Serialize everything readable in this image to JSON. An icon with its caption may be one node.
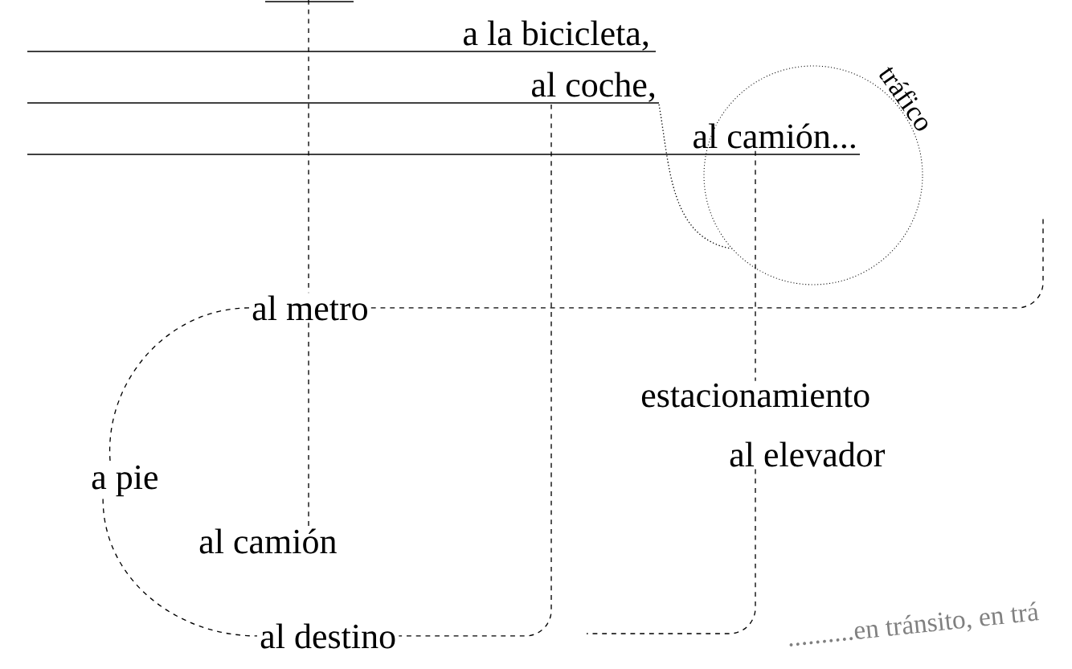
{
  "diagram": {
    "nodes": [
      {
        "text": [
          "a la bicicleta,"
        ]
      },
      {
        "text": [
          "al coche,"
        ]
      },
      {
        "text": [
          "al camión..."
        ]
      },
      {
        "text": [],
        "shape": "circle",
        "beside": [
          "tráfico"
        ]
      },
      {
        "text": [
          "al metro"
        ]
      },
      {
        "text": [
          "estacionamiento"
        ]
      },
      {
        "text": [
          "al elevador"
        ]
      },
      {
        "text": [
          "a pie"
        ]
      },
      {
        "text": [
          "al camión"
        ]
      },
      {
        "text": [
          "al destino"
        ]
      }
    ],
    "edges": [
      {
        "from": null,
        "to": 4,
        "arrow": "none",
        "style": "dashed"
      },
      {
        "from": 4,
        "to": 8,
        "arrow": "none",
        "style": "dashed"
      },
      {
        "from": 1,
        "to": 9,
        "arrow": "none",
        "style": "dashed"
      },
      {
        "from": 1,
        "to": 3,
        "arrow": "none"
      },
      {
        "from": 2,
        "to": 3,
        "arrow": "none",
        "style": "dashed"
      },
      {
        "from": 6,
        "to": null,
        "arrow": "none",
        "style": "dashed"
      },
      {
        "from": 4,
        "to": null,
        "arrow": "none",
        "style": "dashed"
      },
      {
        "from": 4,
        "to": 7,
        "arrow": "none",
        "style": "dashed"
      },
      {
        "from": 7,
        "to": 9,
        "arrow": "none",
        "style": "dashed"
      },
      {
        "from": 3,
        "to": 5,
        "arrow": "none",
        "style": "dashed"
      }
    ],
    "labels": [
      "..........en tránsito, en trá"
    ]
  }
}
